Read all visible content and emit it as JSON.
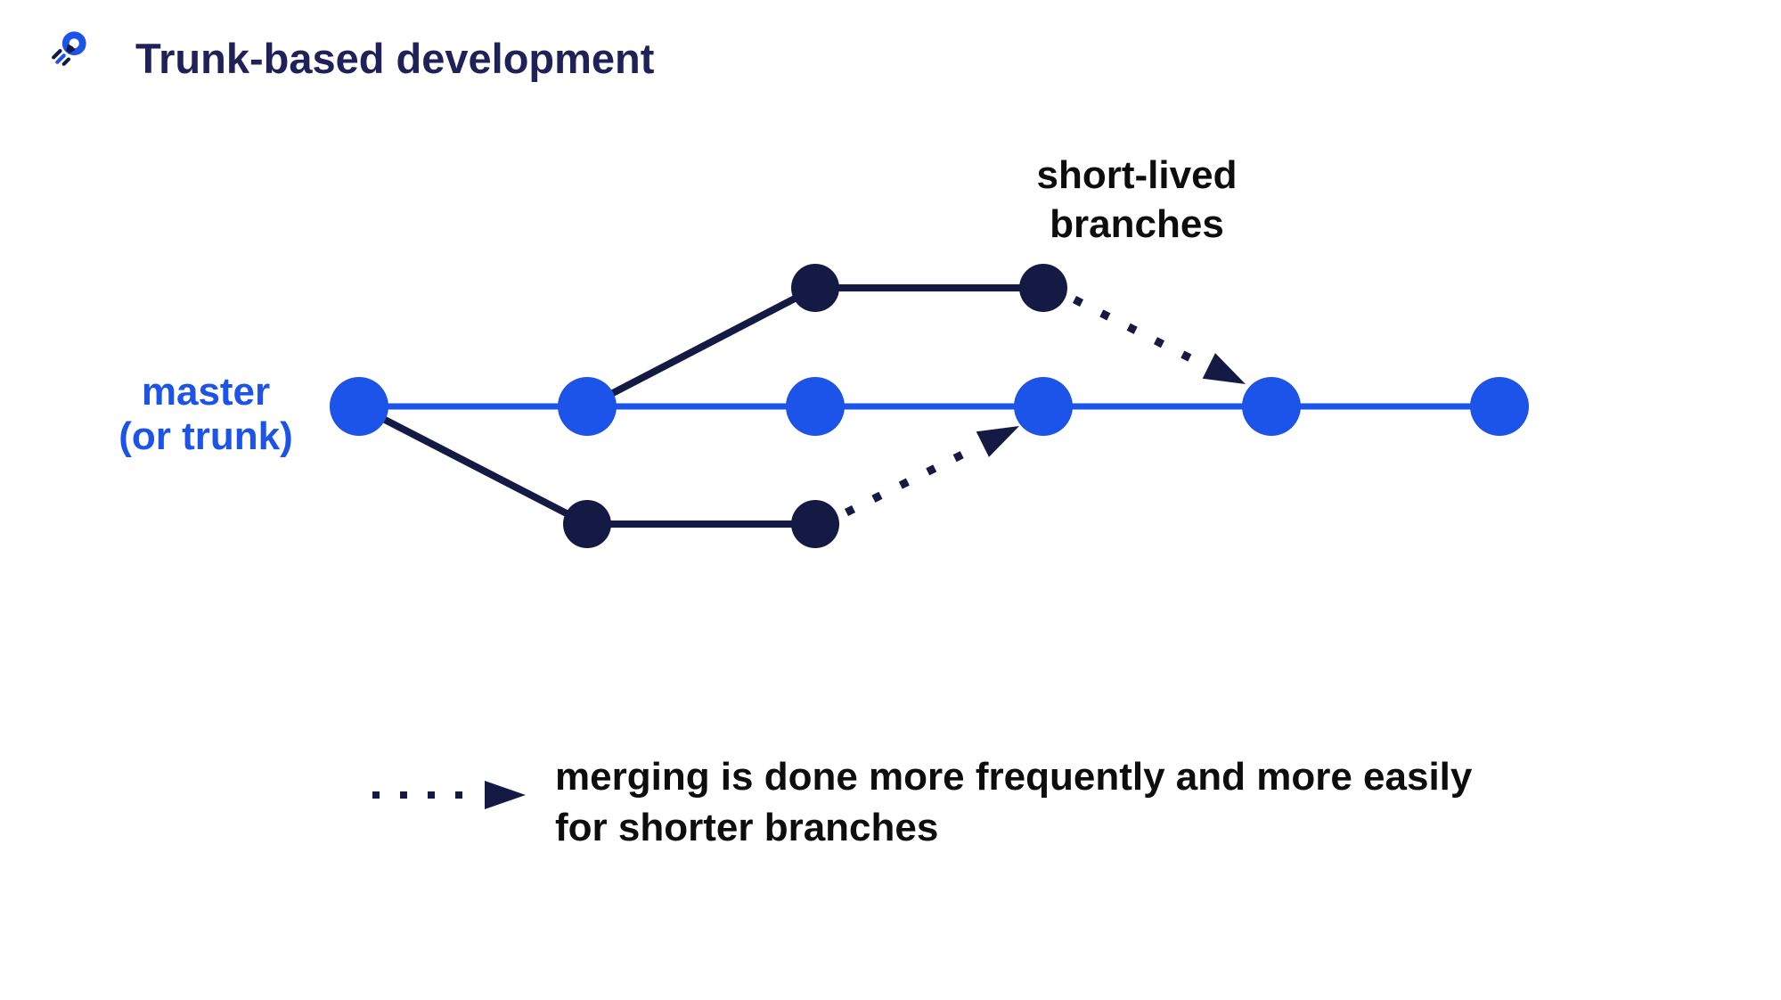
{
  "header": {
    "title": "Trunk-based development",
    "logo_icon": "comet-icon"
  },
  "diagram": {
    "type": "git-branching",
    "master_label_line1": "master",
    "master_label_line2": "(or trunk)",
    "branches_label_line1": "short-lived",
    "branches_label_line2": "branches",
    "master_commit_count": 6,
    "upper_branch_commit_count": 2,
    "lower_branch_commit_count": 2,
    "merge_arrow_style": "dotted"
  },
  "legend": {
    "arrow_icon": "dotted-arrow-icon",
    "text_line1": "merging is done more frequently and more easily",
    "text_line2": "for shorter branches"
  },
  "colors": {
    "accent-blue": "#1c53e8",
    "dark-navy": "#151a45",
    "title-navy": "#1f2259",
    "text-black": "#0d0d0d",
    "background": "#ffffff"
  }
}
